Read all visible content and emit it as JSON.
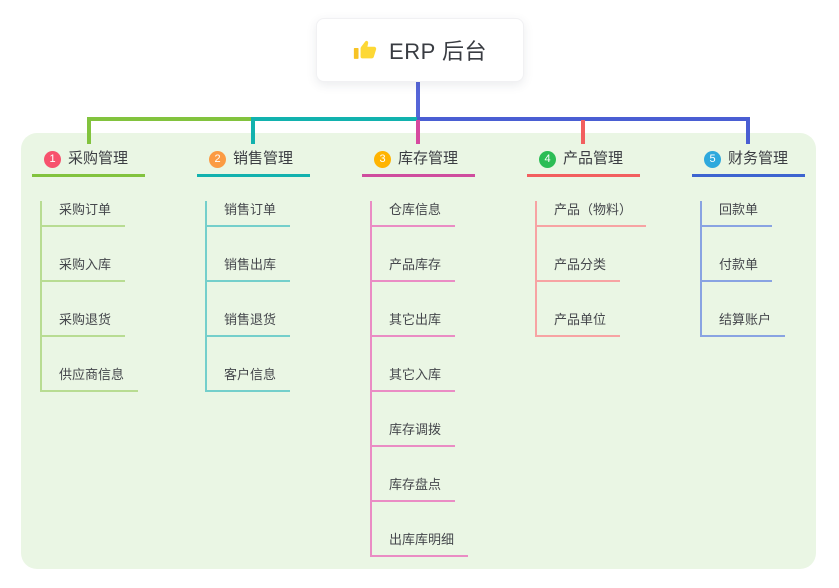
{
  "root": {
    "label": "ERP 后台",
    "icon": "thumbs-up-icon",
    "line_color": "#5565d8"
  },
  "canvas": {
    "background": "#ffffff",
    "panel_background": "#eaf6e4"
  },
  "branches": [
    {
      "number": "1",
      "title": "采购管理",
      "colors": {
        "badge": "#f7526d",
        "main": "#82c33e",
        "light": "#b8dc92"
      },
      "children": [
        "采购订单",
        "采购入库",
        "采购退货",
        "供应商信息"
      ]
    },
    {
      "number": "2",
      "title": "销售管理",
      "colors": {
        "badge": "#fb9b43",
        "main": "#12b2ae",
        "light": "#74cfcb"
      },
      "children": [
        "销售订单",
        "销售出库",
        "销售退货",
        "客户信息"
      ]
    },
    {
      "number": "3",
      "title": "库存管理",
      "colors": {
        "badge": "#ffb401",
        "main": "#cf4d9e",
        "light": "#ea8cc4"
      },
      "children": [
        "仓库信息",
        "产品库存",
        "其它出库",
        "其它入库",
        "库存调拨",
        "库存盘点",
        "出库库明细"
      ]
    },
    {
      "number": "4",
      "title": "产品管理",
      "colors": {
        "badge": "#2cbd55",
        "main": "#f25f5f",
        "light": "#f7a3a3"
      },
      "children": [
        "产品（物料）",
        "产品分类",
        "产品单位"
      ]
    },
    {
      "number": "5",
      "title": "财务管理",
      "colors": {
        "badge": "#2ea9dd",
        "main": "#3d64d0",
        "light": "#89a3e2"
      },
      "children": [
        "回款单",
        "付款单",
        "结算账户"
      ]
    }
  ]
}
